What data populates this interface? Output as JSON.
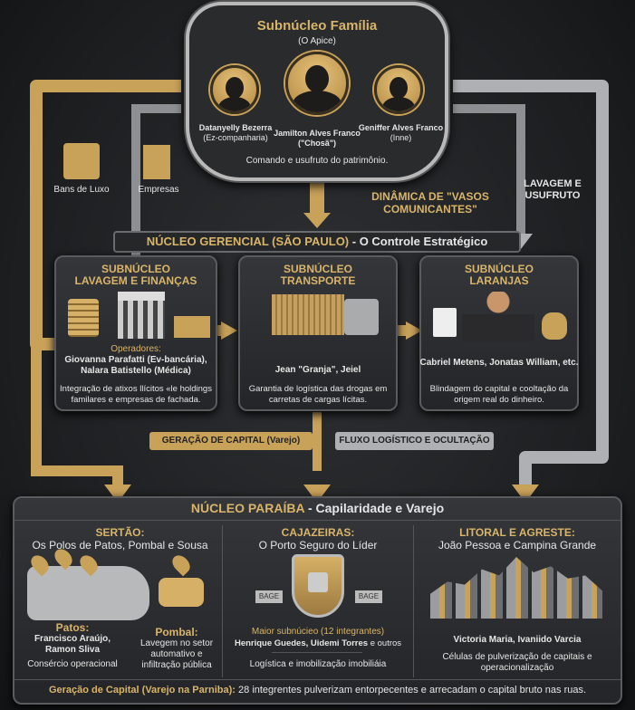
{
  "familia": {
    "title": "Subnúcleo Família",
    "subtitle": "(O Apice)",
    "members": [
      {
        "name": "Datanyelly Bezerra",
        "role": "(Ez-companharia)"
      },
      {
        "name": "Jamilton Alves Franco",
        "role": "(\"Chosã\")"
      },
      {
        "name": "Geniffer Alves Franco",
        "role": "(Inne)"
      }
    ],
    "caption": "Comando e usufruto do patrimônio."
  },
  "side": {
    "bens": "Bans de Luxo",
    "empresas": "Empresas",
    "dinamica": "DINÂMICA DE \"VASOS COMUNICANTES\"",
    "lavagem": "LAVAGEM E USUFRUTO"
  },
  "gerencial": {
    "title_bold": "NÚCLEO GERENCIAL (SÃO PAULO)",
    "title_rest": " - O Controle Estratégico",
    "panels": [
      {
        "title1": "SUBNÚCLEO",
        "title2": "LAVAGEM E FINANÇAS",
        "label": "Operadores:",
        "people": "Giovanna Parafatti (Ev-bancária), Nalara Batistello (Médica)",
        "desc": "Integração de atixos llícitos «le holdings familares e empresas de fachada."
      },
      {
        "title1": "SUBNÚCLEO",
        "title2": "TRANSPORTE",
        "people": "Jean \"Granja\", Jeiel",
        "desc": "Garantia de logística das drogas em carretas de cargas lícitas."
      },
      {
        "title1": "SUBNÚCLEO",
        "title2": "LARANJAS",
        "people": "Cabriel Metens, Jonatas William, etc.",
        "desc": "Blindagem do capital e cooltação da origem real do dinheiro."
      }
    ],
    "flow_left": "GERAÇÃO DE CAPITAL (Varejo)",
    "flow_right": "FLUXO LOGÍSTICO E OCULTAÇÃO"
  },
  "paraiba": {
    "title_bold": "NÚCLEO PARAÍBA",
    "title_rest": " - Capilaridade e Varejo",
    "sertao": {
      "title": "SERTÃO:",
      "subtitle": "Os Polos de Patos, Pombal e Sousa",
      "patos_label": "Patos:",
      "patos_people": "Francisco Araújo, Ramon Sliva",
      "patos_desc": "Consércio operacional",
      "pombal_label": "Pombal:",
      "pombal_desc": "Lavegem no setor automativo e infiltração pública"
    },
    "cajazeiras": {
      "title": "CAJAZEIRAS:",
      "subtitle": "O Porto Seguro do Líder",
      "base": "BAGE",
      "count": "Maior subnúcieo (12 integrantes)",
      "people_bold": "Henrique Guedes, Uidemi Torres",
      "people_rest": " e outros",
      "desc": "Logística e imobilização imobiliáia"
    },
    "litoral": {
      "title": "LITORAL E AGRESTE:",
      "subtitle": "João Pessoa e Campina Grande",
      "people": "Victoria Maria, Ivaniido Varcia",
      "desc": "Células de pulverização de capitais e operacionalização"
    },
    "footer_bold": "Geração de Capital (Varejo na Parniba):",
    "footer_rest": " 28 integrentes pulverizam entorpecentes e arrecadam o capital bruto nas ruas."
  }
}
